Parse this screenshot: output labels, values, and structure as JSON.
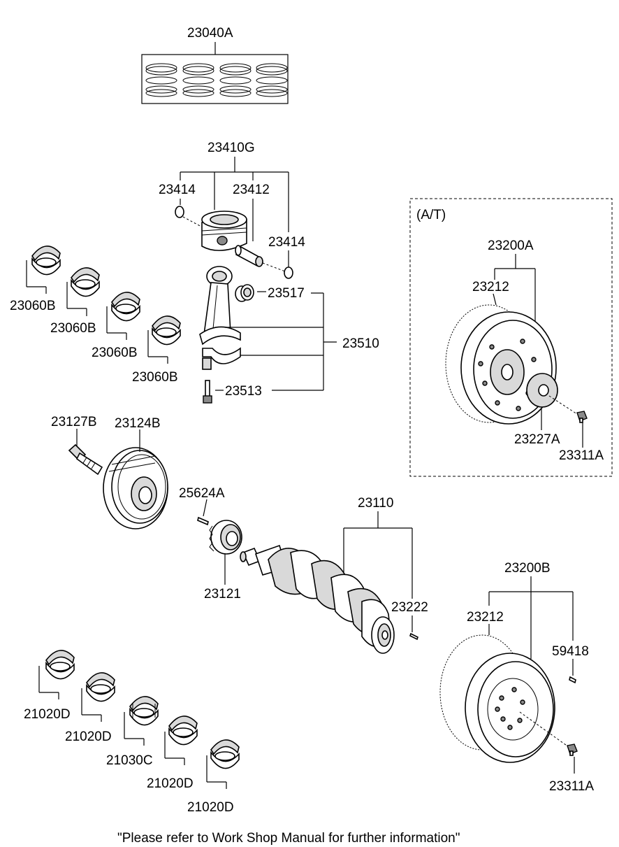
{
  "labels": {
    "piston_ring_set": "23040A",
    "piston_assy": "23410G",
    "snap_ring_left": "23414",
    "piston_pin": "23412",
    "snap_ring_right": "23414",
    "conrod_bushing": "23517",
    "conrod_assy": "23510",
    "conrod_bolt": "23513",
    "conrod_bearing_1": "23060B",
    "conrod_bearing_2": "23060B",
    "conrod_bearing_3": "23060B",
    "conrod_bearing_4": "23060B",
    "pulley_bolt": "23127B",
    "damper_pulley": "23124B",
    "key": "25624A",
    "sprocket": "23121",
    "crankshaft": "23110",
    "pin": "23222",
    "at_section": "(A/T)",
    "drive_plate_assy": "23200A",
    "ring_gear_at": "23212",
    "adapter_plate": "23227A",
    "bolt_at": "23311A",
    "flywheel_assy": "23200B",
    "ring_gear_mt": "23212",
    "dowel_pin": "59418",
    "bolt_mt": "23311A",
    "main_bearing_1": "21020D",
    "main_bearing_2": "21020D",
    "thrust_bearing": "21030C",
    "main_bearing_4": "21020D",
    "main_bearing_5": "21020D"
  },
  "footer": "\"Please refer to Work Shop Manual for further information\""
}
